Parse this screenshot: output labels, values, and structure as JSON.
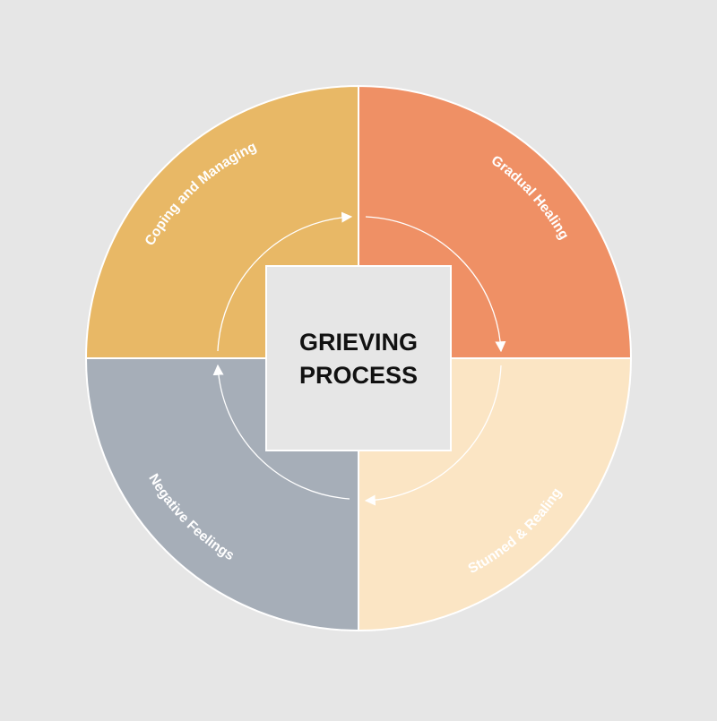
{
  "center": {
    "line1": "GRIEVING",
    "line2": "PROCESS"
  },
  "segments": [
    {
      "label": "Coping and Managing",
      "color": "#e8b866"
    },
    {
      "label": "Gradual Healing",
      "color": "#ef9065"
    },
    {
      "label": "Stunned & Realing",
      "color": "#fbe5c4"
    },
    {
      "label": "Negative Feelings",
      "color": "#a6aeb8"
    }
  ],
  "colors": {
    "background": "#e6e6e6",
    "center_box": "#e6e6e6",
    "divider": "#ffffff",
    "label_text": "#ffffff",
    "title_text": "#111111"
  },
  "icons": [
    "cycle-arrow-icon"
  ]
}
